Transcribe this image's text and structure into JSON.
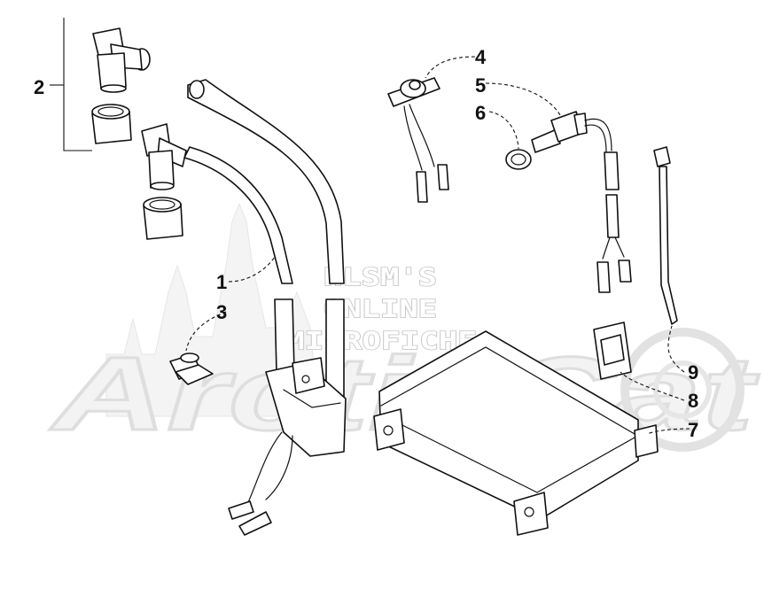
{
  "watermark": {
    "line1": "HLSM'S",
    "line2": "ONLINE",
    "line3": "MICROFICHE",
    "brand": "ArcticCat"
  },
  "callouts": [
    {
      "id": "1",
      "label": "1"
    },
    {
      "id": "2",
      "label": "2"
    },
    {
      "id": "3",
      "label": "3"
    },
    {
      "id": "4",
      "label": "4"
    },
    {
      "id": "5",
      "label": "5"
    },
    {
      "id": "6",
      "label": "6"
    },
    {
      "id": "7",
      "label": "7"
    },
    {
      "id": "8",
      "label": "8"
    },
    {
      "id": "9",
      "label": "9"
    }
  ]
}
